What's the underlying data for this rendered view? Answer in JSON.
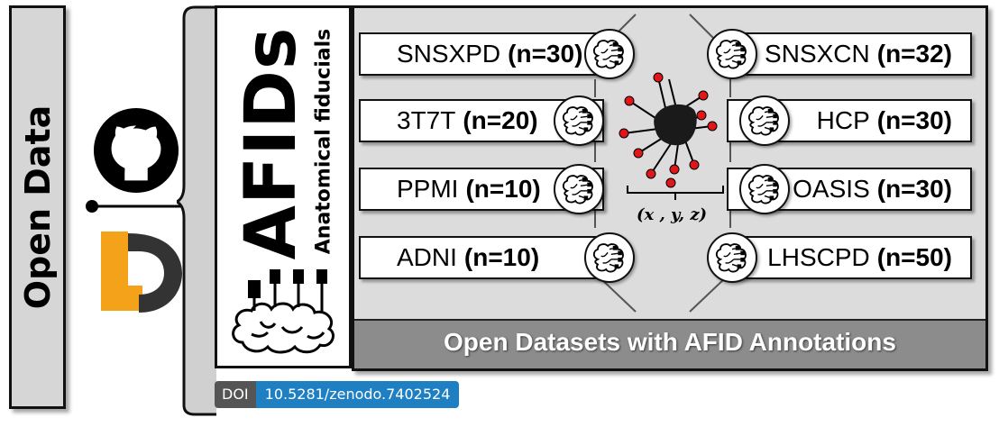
{
  "side_label": "Open Data",
  "afids": {
    "title": "AFIDs",
    "subtitle": "Anatomical fiducials"
  },
  "datasets": {
    "left": [
      {
        "name": "SNSXPD",
        "count": "(n=30)"
      },
      {
        "name": "3T7T",
        "count": "(n=20)"
      },
      {
        "name": "PPMI",
        "count": "(n=10)"
      },
      {
        "name": "ADNI",
        "count": "(n=10)"
      }
    ],
    "right": [
      {
        "name": "SNSXCN",
        "count": "(n=32)"
      },
      {
        "name": "HCP",
        "count": "(n=30)"
      },
      {
        "name": "OASIS",
        "count": "(n=30)"
      },
      {
        "name": "LHSCPD",
        "count": "(n=50)"
      }
    ]
  },
  "coordinates_label": "(x , y, z)",
  "footer": "Open Datasets with AFID Annotations",
  "doi": {
    "label": "DOI",
    "value": "10.5281/zenodo.7402524"
  },
  "colors": {
    "panel_bg": "#dcdcdc",
    "footer_bg": "#8c8c8c",
    "landmark_red": "#e0161b",
    "doi_blue": "#1e7fc3",
    "doi_gray": "#555555",
    "logo_orange": "#f5a21b"
  },
  "icons": [
    "github-icon",
    "dataset-logo-icon",
    "brain-icon",
    "landmark-brain-icon"
  ]
}
